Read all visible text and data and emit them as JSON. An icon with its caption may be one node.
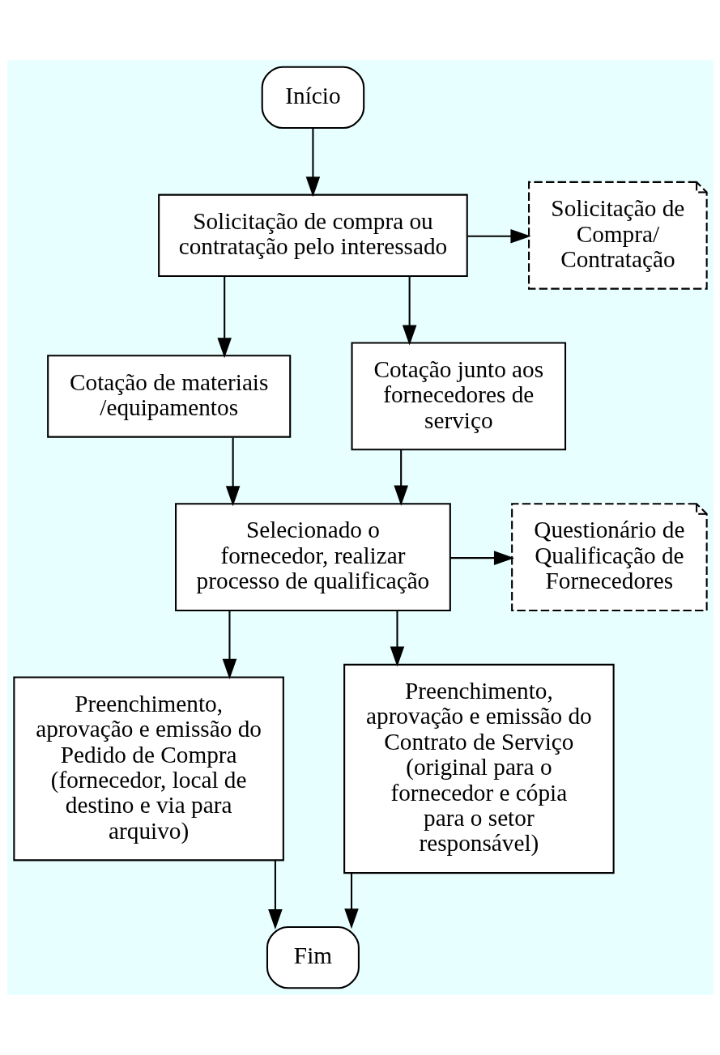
{
  "diagram": {
    "nodes": [
      {
        "text": [
          "Início"
        ]
      },
      {
        "text": [
          "Solicitação de compra ou contratação pelo interessado"
        ]
      },
      {
        "text": [
          "Solicitação de Compra/ Contratação"
        ]
      },
      {
        "text": [
          "Cotação de materiais/equipamentos"
        ]
      },
      {
        "text": [
          "Cotação junto aos fornecedores de serviço"
        ]
      },
      {
        "text": [
          "Selecionado o fornecedor, realizar processo de qualificação"
        ]
      },
      {
        "text": [
          "Questionário de Qualificação de Fornecedores"
        ]
      },
      {
        "text": [
          "Preenchimento, aprovação e emissão do Pedido de Compra (fornecedor, local de destino e via para arquivo)"
        ]
      },
      {
        "text": [
          "Preenchimento, aprovação e emissão do Contrato de Serviço (original para o fornecedor e cópia para o setor responsável)"
        ]
      },
      {
        "text": [
          "Fim"
        ]
      }
    ],
    "edges": [
      {
        "from": 0,
        "to": 1,
        "arrow": "to"
      },
      {
        "from": 1,
        "to": 2,
        "arrow": "to"
      },
      {
        "from": 1,
        "to": 3,
        "arrow": "to"
      },
      {
        "from": 1,
        "to": 4,
        "arrow": "to"
      },
      {
        "from": 3,
        "to": 5,
        "arrow": "to"
      },
      {
        "from": 4,
        "to": 5,
        "arrow": "to"
      },
      {
        "from": 5,
        "to": 6,
        "arrow": "to"
      },
      {
        "from": 5,
        "to": 7,
        "arrow": "to"
      },
      {
        "from": 5,
        "to": 8,
        "arrow": "to"
      },
      {
        "from": 7,
        "to": 9,
        "arrow": "to"
      },
      {
        "from": 8,
        "to": 9,
        "arrow": "to"
      }
    ]
  }
}
